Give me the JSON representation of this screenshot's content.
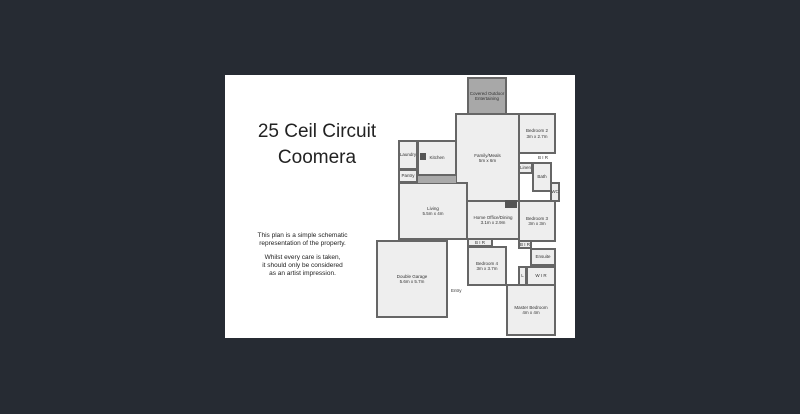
{
  "title": {
    "line1": "25 Ceil Circuit",
    "line2": "Coomera"
  },
  "note": {
    "line1": "This plan is a simple schematic",
    "line2": "representation of the property.",
    "line3": "Whilst every care is taken,",
    "line4": "it should only be considered",
    "line5": "as an artist impression."
  },
  "rooms": {
    "outdoor": {
      "name": "Covered Outdoor Entertaining"
    },
    "bed2": {
      "name": "Bedroom 2",
      "size": "3m x 2.7m"
    },
    "family": {
      "name": "Family/Meals",
      "size": "5m x 6m"
    },
    "laundry": {
      "name": "Laundry"
    },
    "kitchen": {
      "name": "Kitchen"
    },
    "pantry": {
      "name": "Pantry"
    },
    "linen": {
      "name": "Linen"
    },
    "bath": {
      "name": "Bath"
    },
    "wc": {
      "name": "WC"
    },
    "bir1": {
      "name": "B I R"
    },
    "living": {
      "name": "Living",
      "size": "5.5m x 4m"
    },
    "office": {
      "name": "Home Office/Dining",
      "size": "3.1m x 2.9m"
    },
    "bed3": {
      "name": "Bedroom 3",
      "size": "3m x 3m"
    },
    "garage": {
      "name": "Double Garage",
      "size": "5.6m x 5.7m"
    },
    "bir2": {
      "name": "B I R"
    },
    "bed4": {
      "name": "Bedroom 4",
      "size": "3m x 3.7m"
    },
    "bir3": {
      "name": "B I R"
    },
    "ensuite": {
      "name": "Ensuite"
    },
    "wir": {
      "name": "W I R"
    },
    "l": {
      "name": "L"
    },
    "entry": {
      "name": "Entry"
    },
    "master": {
      "name": "Master Bedroom",
      "size": "4m x 4m"
    }
  }
}
